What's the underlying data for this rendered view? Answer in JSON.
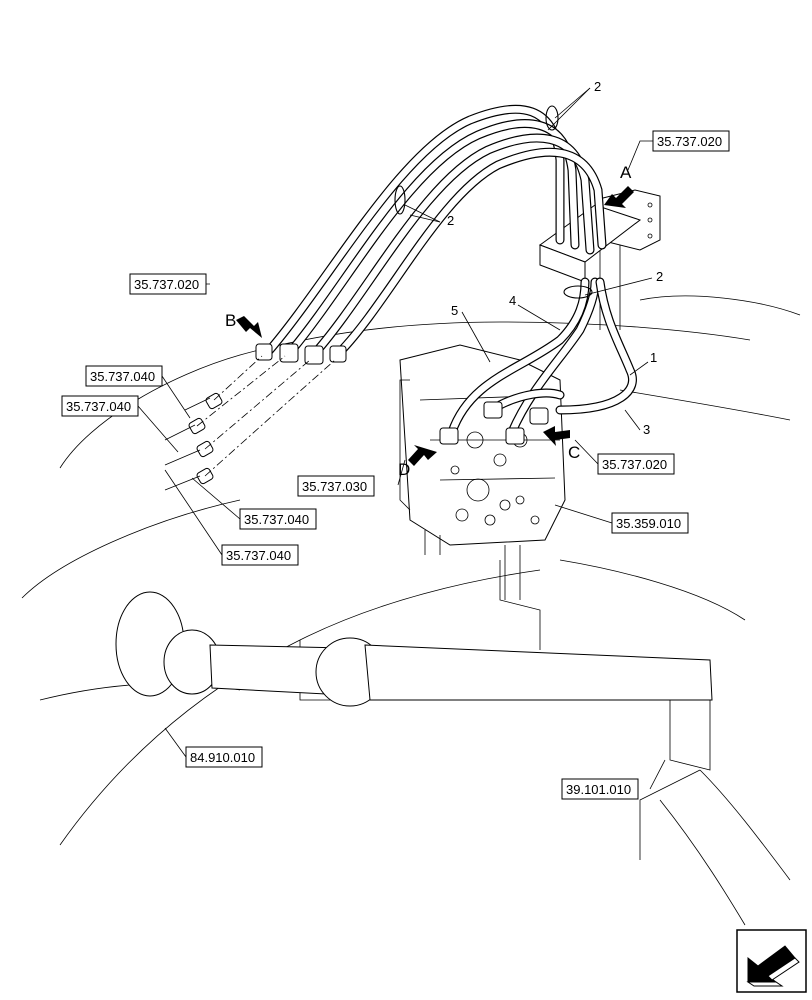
{
  "callouts": [
    "1",
    "2",
    "3",
    "4",
    "5"
  ],
  "view_letters": [
    "A",
    "B",
    "C",
    "D"
  ],
  "references": {
    "r_35_737_020_top": "35.737.020",
    "r_35_737_020_left": "35.737.020",
    "r_35_737_040_a": "35.737.040",
    "r_35_737_040_b": "35.737.040",
    "r_35_737_040_c": "35.737.040",
    "r_35_737_040_d": "35.737.040",
    "r_35_737_030": "35.737.030",
    "r_35_737_020_right": "35.737.020",
    "r_35_359_010": "35.359.010",
    "r_84_910_010": "84.910.010",
    "r_39_101_010": "39.101.010"
  },
  "icons": [
    "view-direction-arrow-icon",
    "navigation-arrow-icon"
  ]
}
